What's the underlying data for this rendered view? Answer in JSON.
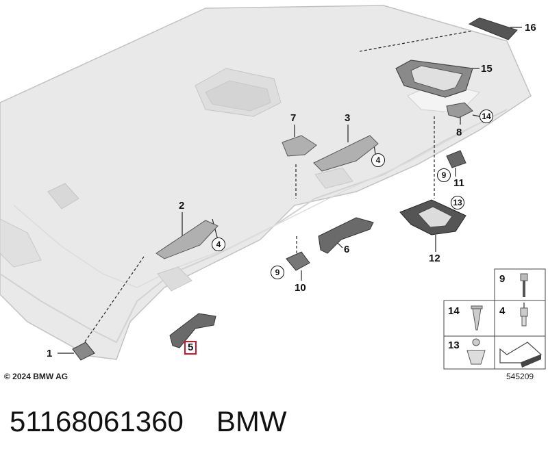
{
  "callouts": {
    "c1": "1",
    "c2": "2",
    "c3": "3",
    "c4a": "4",
    "c4b": "4",
    "c5": "5",
    "c6": "6",
    "c7": "7",
    "c8": "8",
    "c9a": "9",
    "c9b": "9",
    "c10": "10",
    "c11": "11",
    "c12": "12",
    "c13": "13",
    "c14": "14",
    "c15": "15",
    "c16": "16"
  },
  "legend": {
    "l9": "9",
    "l14": "14",
    "l4": "4",
    "l13": "13"
  },
  "footer": {
    "copyright": "© 2024 BMW AG",
    "image_number": "545209",
    "part_number": "51168061360",
    "brand": "BMW"
  },
  "colors": {
    "headliner": "#e8e8e8",
    "outline": "#b8b8b8",
    "part": "#6e6e6e",
    "highlight": "#d0142c"
  }
}
